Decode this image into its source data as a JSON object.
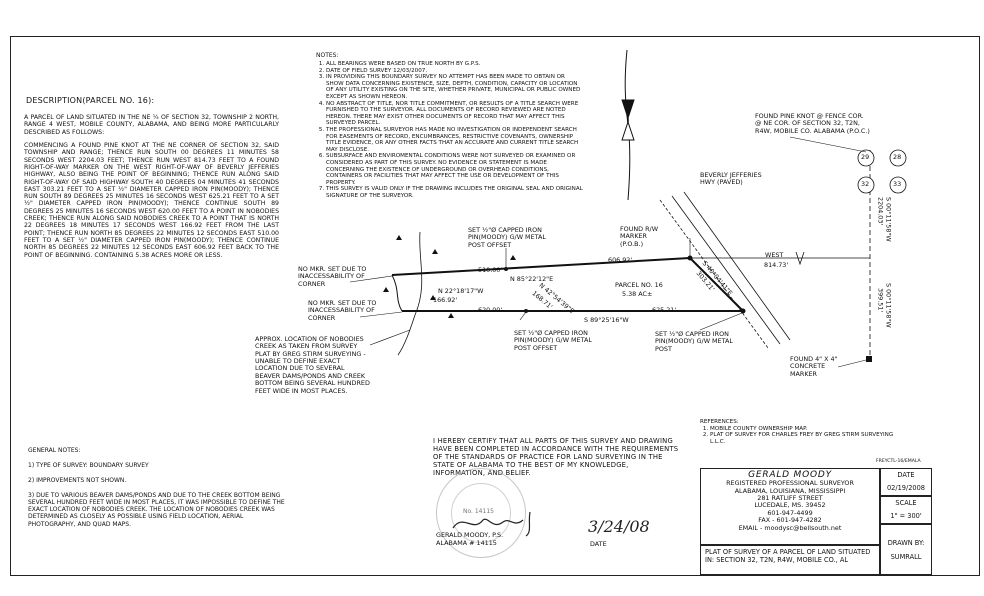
{
  "description": {
    "title": "DESCRIPTION(PARCEL NO. 16):",
    "paragraphs": [
      "A PARCEL OF LAND SITUATED IN THE NE ¼ OF SECTION 32, TOWNSHIP 2 NORTH, RANGE 4 WEST, MOBILE COUNTY, ALABAMA, AND BEING MORE PARTICULARLY DESCRIBED AS FOLLOWS:",
      "COMMENCING A FOUND PINE KNOT AT THE NE CORNER OF SECTION 32, SAID TOWNSHIP AND RANGE; THENCE RUN SOUTH 00 DEGREES 11 MINUTES 58 SECONDS WEST 2204.03 FEET; THENCE RUN WEST 814.73 FEET TO A FOUND RIGHT-OF-WAY MARKER ON THE WEST RIGHT-OF-WAY OF BEVERLY JEFFERIES HIGHWAY, ALSO BEING THE POINT OF BEGINNING; THENCE RUN ALONG SAID RIGHT-OF-WAY OF SAID HIGHWAY SOUTH 40 DEGREES 04 MINUTES 41 SECONDS EAST 303.21 FEET TO A SET ½\" DIAMETER CAPPED IRON PIN(MOODY); THENCE RUN SOUTH 89 DEGREES 25 MINUTES 16 SECONDS WEST 625.21 FEET TO A SET ½\" DIAMETER CAPPED IRON PIN(MOODY); THENCE CONTINUE SOUTH 89 DEGREES 25 MINUTES 16 SECONDS WEST 620.00 FEET TO A POINT IN NOBODIES CREEK; THENCE RUN ALONG SAID NOBODIES CREEK TO A POINT THAT IS NORTH 22 DEGREES 18 MINUTES 17 SECONDS WEST 166.92 FEET FROM THE LAST POINT; THENCE RUN NORTH 85 DEGREES 22 MINUTES 12 SECONDS EAST 510.00 FEET TO A SET ½\" DIAMETER CAPPED IRON PIN(MOODY); THENCE CONTINUE NORTH 85 DEGREES 22 MINUTES 12 SECONDS EAST 606.92 FEET BACK TO THE POINT OF BEGINNING. CONTAINING 5.38 ACRES MORE OR LESS."
    ]
  },
  "notes": {
    "header": "NOTES:",
    "items": [
      "ALL BEARINGS WERE BASED ON TRUE NORTH BY G.P.S.",
      "DATE OF FIELD SURVEY 12/03/2007.",
      "IN PROVIDING THIS BOUNDARY SURVEY NO ATTEMPT HAS BEEN MADE TO OBTAIN OR SHOW DATA CONCERNING EXISTENCE, SIZE, DEPTH, CONDITION, CAPACITY OR LOCATION OF ANY UTILITY EXISTING ON THE SITE, WHETHER PRIVATE, MUNICIPAL OR PUBLIC OWNED EXCEPT AS SHOWN HEREON.",
      "NO ABSTRACT OF TITLE, NOR TITLE COMMITMENT, OR RESULTS OF A TITLE SEARCH WERE FURNISHED TO THE SURVEYOR. ALL DOCUMENTS OF RECORD REVIEWED ARE NOTED HEREON. THERE MAY EXIST OTHER DOCUMENTS OF RECORD THAT MAY AFFECT THIS SURVEYED PARCEL.",
      "THE PROFESSIONAL SURVEYOR HAS MADE NO INVESTIGATION OR INDEPENDENT SEARCH FOR EASEMENTS OF RECORD, ENCUMBRANCES, RESTRICTIVE COVENANTS, OWNERSHIP TITLE EVIDENCE, OR ANY OTHER FACTS THAT AN ACCURATE AND CURRENT TITLE SEARCH MAY DISCLOSE.",
      "SUBSURFACE AND ENVIROMENTAL CONDITIONS WERE NOT SURVEYED OR EXAMINED OR CONSIDERED AS PART OF THIS SURVEY. NO EVIDENCE OR STATEMENT IS MADE CONCERNING THE EXISTENCE OF UNDERGROUND OR OVERHEAD CONDITIONS, CONTAINERS OR FACILITIES THAT MAY AFFECT THE USE OR DEVELOPMENT OF THIS PROPERTY.",
      "THIS SURVEY IS VALID ONLY IF THE DRAWING INCLUDES THE ORIGINAL SEAL AND ORIGINAL SIGNATURE OF THE SURVEYOR."
    ]
  },
  "plat": {
    "found_pine_knot": "FOUND PINE KNOT @ FENCE COR. @ NE COR. OF SECTION 32, T2N, R4W, MOBILE CO. ALABAMA (P.O.C.)",
    "sections": [
      "29",
      "28",
      "32",
      "33"
    ],
    "highway": "BEVERLY JEFFERIES HWY (PAVED)",
    "found_rw": "FOUND R/W MARKER (P.O.B.)",
    "pin_top": "SET ½\"Ø CAPPED IRON PIN(MOODY) G/W METAL POST OFFSET",
    "pin_bottom_mid": "SET ½\"Ø CAPPED IRON PIN(MOODY) G/W METAL POST OFFSET",
    "pin_bottom_right": "SET ½\"Ø CAPPED IRON PIN(MOODY) G/W METAL POST",
    "no_mkr_1": "NO MKR. SET DUE TO INACCESSABILITY OF CORNER",
    "no_mkr_2": "NO MKR. SET DUE TO INACCESSABILITY OF CORNER",
    "creek_note": "APPROX. LOCATION OF NOBODIES CREEK AS TAKEN FROM SURVEY PLAT BY GREG STIRM SURVEYING - UNABLE TO DEFINE EXACT LOCATION DUE TO SEVERAL BEAVER DAMS/PONDS AND CREEK BOTTOM BEING SEVERAL HUNDRED FEET WIDE IN MOST PLACES.",
    "concrete_marker": "FOUND 4\" X 4\" CONCRETE MARKER",
    "dim_510": "510.00'",
    "dim_60692": "606.92'",
    "bearing_north": "N 85°22'12\"E",
    "parcel": "PARCEL NO. 16",
    "acres": "5.38 AC±",
    "curve": "N 42°54'39\"E",
    "curve_len": "168.71'",
    "bearing_creek": "N 22°18'17\"W",
    "dim_16692": "166.92'",
    "dim_620": "620.00'",
    "bearing_south": "S 89°25'16\"W",
    "dim_62521": "625.21'",
    "bearing_east": "S 40°04'41\"E",
    "dim_30321": "303.21'",
    "west": "WEST",
    "dim_81473": "814.73'",
    "dim_220403": "2204.03'",
    "bearing_s0011": "S 00°11'58\"W",
    "dim_39951": "399.51'",
    "bearing_s0011_2": "S 00°11'58\"W"
  },
  "general_notes": {
    "header": "GENERAL NOTES:",
    "items": [
      "1) TYPE OF SURVEY: BOUNDARY SURVEY",
      "2) IMPROVEMENTS NOT SHOWN.",
      "3) DUE TO VARIOUS BEAVER DAMS/PONDS AND DUE TO THE CREEK BOTTOM BEING SEVERAL HUNDRED FEET WIDE IN MOST PLACES, IT WAS IMPOSSIBLE TO DEFINE THE EXACT LOCATION OF NOBODIES CREEK. THE LOCATION OF NOBODIES CREEK WAS DETERMINED AS CLOSELY AS POSSIBLE USING FIELD LOCATION, AERIAL PHOTOGRAPHY, AND QUAD MAPS."
    ]
  },
  "certification": "I HEREBY CERTIFY THAT ALL PARTS OF THIS SURVEY AND DRAWING HAVE BEEN COMPLETED IN ACCORDANCE WITH THE REQUIREMENTS OF THE STANDARDS OF PRACTICE FOR LAND SURVEYING IN THE STATE OF ALABAMA TO THE BEST OF MY KNOWLEDGE, INFORMATION, AND BELIEF.",
  "seal": {
    "text": "No. 14115"
  },
  "signature": {
    "name": "GERALD MOODY, P.S.",
    "license": "ALABAMA # 14115",
    "date_label": "DATE",
    "handwritten_date": "3/24/08"
  },
  "references": {
    "header": "REFERENCES:",
    "items": [
      "MOBILE COUNTY OWNERSHIP MAP.",
      "PLAT OF SURVEY FOR CHARLES FREY BY GREG STIRM SURVEYING L.L.C."
    ]
  },
  "title_block": {
    "drawing_id": "FREYCTL-16/EMALA",
    "company": "GERALD MOODY",
    "line1": "REGISTERED PROFESSIONAL SURVEYOR",
    "line2": "ALABAMA, LOUISIANA, MISSISSIPPI",
    "line3": "281 RATLIFF STREET",
    "line4": "LUCEDALE, MS. 39452",
    "phone": "601-947-4499",
    "fax": "FAX - 601-947-4282",
    "email": "EMAIL - moodysc@bellsouth.net",
    "plat_title": "PLAT OF SURVEY OF A PARCEL OF LAND SITUATED IN: SECTION 32, T2N, R4W, MOBILE CO., AL",
    "date_label": "DATE",
    "date": "02/19/2008",
    "scale_label": "SCALE",
    "scale": "1\" = 300'",
    "drawn_label": "DRAWN BY:",
    "drawn": "SUMRALL"
  }
}
